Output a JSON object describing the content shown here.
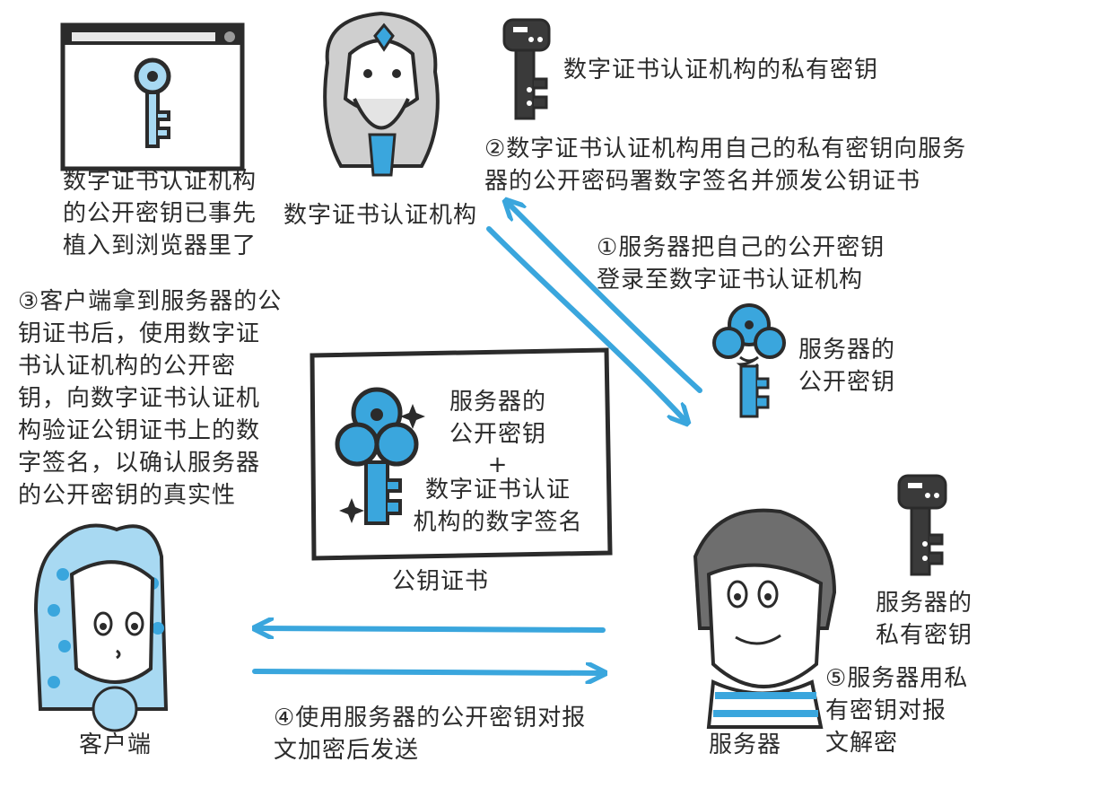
{
  "browser_ca_key_text": "数字证书认证机构\n的公开密钥已事先\n植入到浏览器里了",
  "ca_label": "数字证书认证机构",
  "ca_private_key_label": "数字证书认证机构的私有密钥",
  "step2": "②数字证书认证机构用自己的私有密钥向服务\n器的公开密码署数字签名并颁发公钥证书",
  "step1": "①服务器把自己的公开密钥\n登录至数字证书认证机构",
  "server_public_key_label": "服务器的\n公开密钥",
  "step3": "③客户端拿到服务器的公\n钥证书后，使用数字证\n书认证机构的公开密\n钥，向数字证书认证机\n构验证公钥证书上的数\n字签名，以确认服务器\n的公开密钥的真实性",
  "certificate": {
    "line1": "服务器的\n公开密钥",
    "plus": "+",
    "line2": "数字证书认证\n机构的数字签名",
    "caption": "公钥证书"
  },
  "client_label": "客户端",
  "server_label": "服务器",
  "server_private_key_label": "服务器的\n私有密钥",
  "step4": "④使用服务器的公开密钥对报\n文加密后发送",
  "step5": "⑤服务器用私\n有密钥对报\n文解密",
  "colors": {
    "accent_blue": "#3aa6dd",
    "ink": "#2b2b2b",
    "key_dark": "#3a3a3a"
  }
}
